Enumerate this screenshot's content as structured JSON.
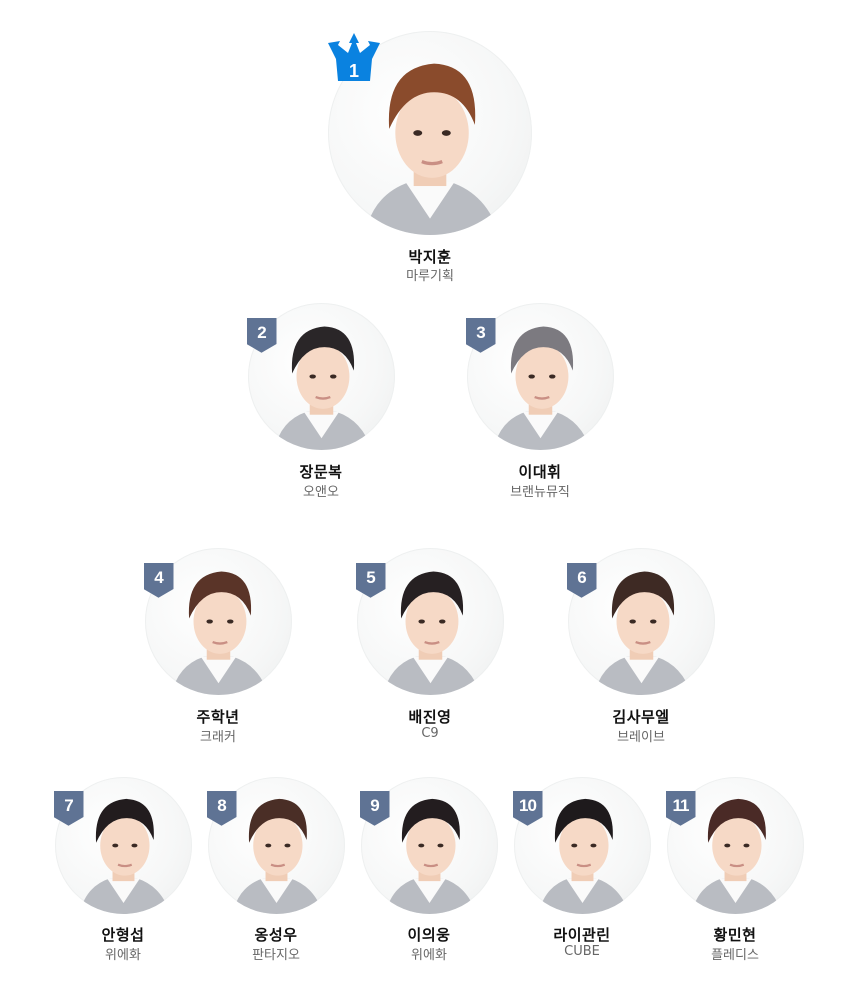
{
  "colors": {
    "badge": "#5f7394",
    "crown": "#0a82e0"
  },
  "trainees": [
    {
      "rank": "1",
      "name": "박지훈",
      "agency": "마루기획",
      "hair": "#8a4b2c"
    },
    {
      "rank": "2",
      "name": "장문복",
      "agency": "오앤오",
      "hair": "#2a2628"
    },
    {
      "rank": "3",
      "name": "이대휘",
      "agency": "브랜뉴뮤직",
      "hair": "#7c7a80"
    },
    {
      "rank": "4",
      "name": "주학년",
      "agency": "크래커",
      "hair": "#5a3428"
    },
    {
      "rank": "5",
      "name": "배진영",
      "agency": "C9",
      "hair": "#262022"
    },
    {
      "rank": "6",
      "name": "김사무엘",
      "agency": "브레이브",
      "hair": "#3e2a24"
    },
    {
      "rank": "7",
      "name": "안형섭",
      "agency": "위에화",
      "hair": "#221c1e"
    },
    {
      "rank": "8",
      "name": "옹성우",
      "agency": "판타지오",
      "hair": "#4a2e26"
    },
    {
      "rank": "9",
      "name": "이의웅",
      "agency": "위에화",
      "hair": "#231d1f"
    },
    {
      "rank": "10",
      "name": "라이관린",
      "agency": "CUBE",
      "hair": "#1e1a1c"
    },
    {
      "rank": "11",
      "name": "황민현",
      "agency": "플레디스",
      "hair": "#4a2a26"
    }
  ]
}
